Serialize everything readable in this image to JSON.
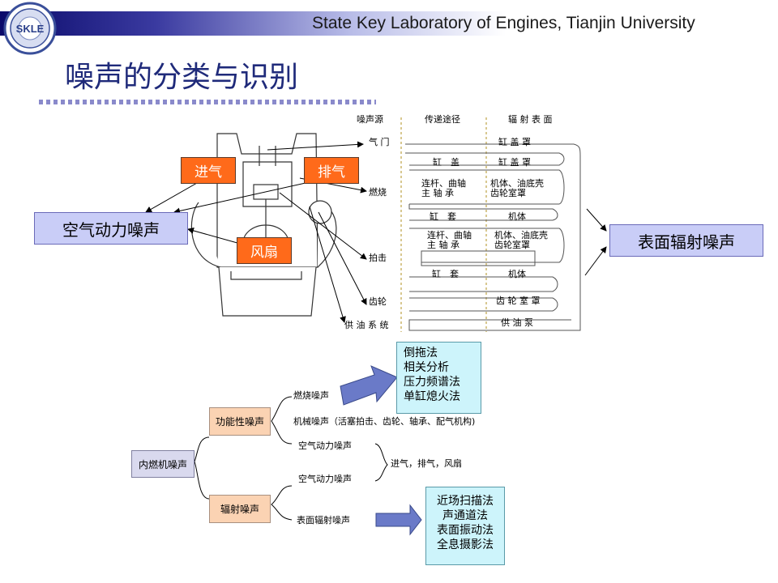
{
  "header": {
    "org_text": "State Key Laboratory of Engines, Tianjin   University",
    "logo_text": "SKLE"
  },
  "title": "噪声的分类与识别",
  "diagram": {
    "col_headers": {
      "source": "噪声源",
      "path": "传递途径",
      "surface": "辐 射 表 面"
    },
    "sources": {
      "valve": "气 门",
      "combustion": "燃烧",
      "impact": "拍击",
      "gear": "齿轮",
      "fuel": "供 油 系 统"
    },
    "paths": {
      "head": "缸　盖",
      "rod1": "连杆、曲轴\n主 轴 承",
      "liner1": "缸　套",
      "rod2": "连杆、曲轴\n主 轴 承",
      "liner2": "缸　套"
    },
    "surfaces": {
      "valve_cover": "缸 盖 罩",
      "head_cover": "缸 盖 罩",
      "block_pan": "机体、油底壳\n齿轮室罩",
      "block1": "机体",
      "block_pan2": "机体、油底壳\n齿轮室罩",
      "block2": "机体",
      "gear_cover": "齿 轮 室 罩",
      "pump": "供 油 泵"
    },
    "boxes": {
      "intake": "进气",
      "exhaust": "排气",
      "fan": "风扇",
      "aero_noise": "空气动力噪声",
      "surface_noise": "表面辐射噪声"
    }
  },
  "tree": {
    "root": "内燃机噪声",
    "functional": "功能性噪声",
    "radiation": "辐射噪声",
    "combustion_noise": "燃烧噪声",
    "mechanical_noise": "机械噪声（活塞拍击、齿轮、轴承、配气机构)",
    "aero_noise_1": "空气动力噪声",
    "aero_noise_2": "空气动力噪声",
    "surface_noise": "表面辐射噪声",
    "aero_sources": "进气，排气，风扇",
    "methods_top": [
      "倒拖法",
      "相关分析",
      "压力频谱法",
      "单缸熄火法"
    ],
    "methods_bottom": [
      "近场扫描法",
      "声通道法",
      "表面振动法",
      "全息摄影法"
    ]
  },
  "colors": {
    "navy": "#1f2a7a",
    "orange": "#ff6a1a",
    "lavender": "#c9cdf7",
    "cyan": "#cdf4fb",
    "peach": "#fbd3b3"
  }
}
